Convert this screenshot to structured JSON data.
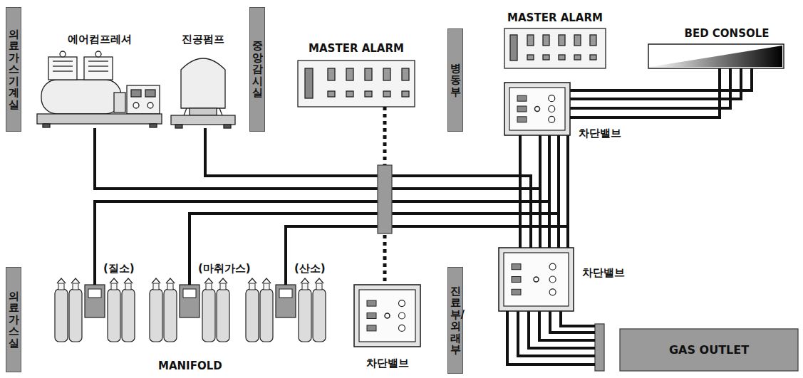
{
  "diagram": {
    "nodes": [
      {
        "text": [
          "의료가스 기계실"
        ]
      },
      {
        "text": [
          "에어컴프레셔"
        ]
      },
      {
        "text": [
          "진공펌프"
        ]
      },
      {
        "text": [
          "중앙감시실"
        ]
      },
      {
        "text": [
          "MASTER ALARM"
        ]
      },
      {
        "text": [
          "병동부"
        ]
      },
      {
        "text": [
          "MASTER ALARM"
        ]
      },
      {
        "text": [
          "BED CONSOLE"
        ]
      },
      {
        "text": [
          "차단밸브"
        ]
      },
      {
        "text": [
          "의료가스실"
        ]
      },
      {
        "text": [
          "(질소)"
        ]
      },
      {
        "text": [
          "(마취가스)"
        ]
      },
      {
        "text": [
          "(산소)"
        ]
      },
      {
        "text": [
          "차단밸브"
        ]
      },
      {
        "text": [
          "진료부/외래부"
        ]
      },
      {
        "text": [
          "차단밸브"
        ]
      },
      {
        "text": [
          "GAS OUTLET"
        ]
      }
    ],
    "edges": [
      {
        "from": 1,
        "to": 15,
        "arrow": "none"
      },
      {
        "from": 2,
        "to": 15,
        "arrow": "none"
      },
      {
        "from": 10,
        "to": 15,
        "arrow": "none"
      },
      {
        "from": 11,
        "to": 15,
        "arrow": "none"
      },
      {
        "from": 12,
        "to": 15,
        "arrow": "none"
      },
      {
        "from": 15,
        "to": 8,
        "arrow": "none"
      },
      {
        "from": 8,
        "to": 7,
        "arrow": "none"
      },
      {
        "from": 15,
        "to": 16,
        "arrow": "none"
      },
      {
        "from": 4,
        "to": 13,
        "arrow": "none"
      }
    ],
    "labels": [
      "MANIFOLD"
    ]
  }
}
